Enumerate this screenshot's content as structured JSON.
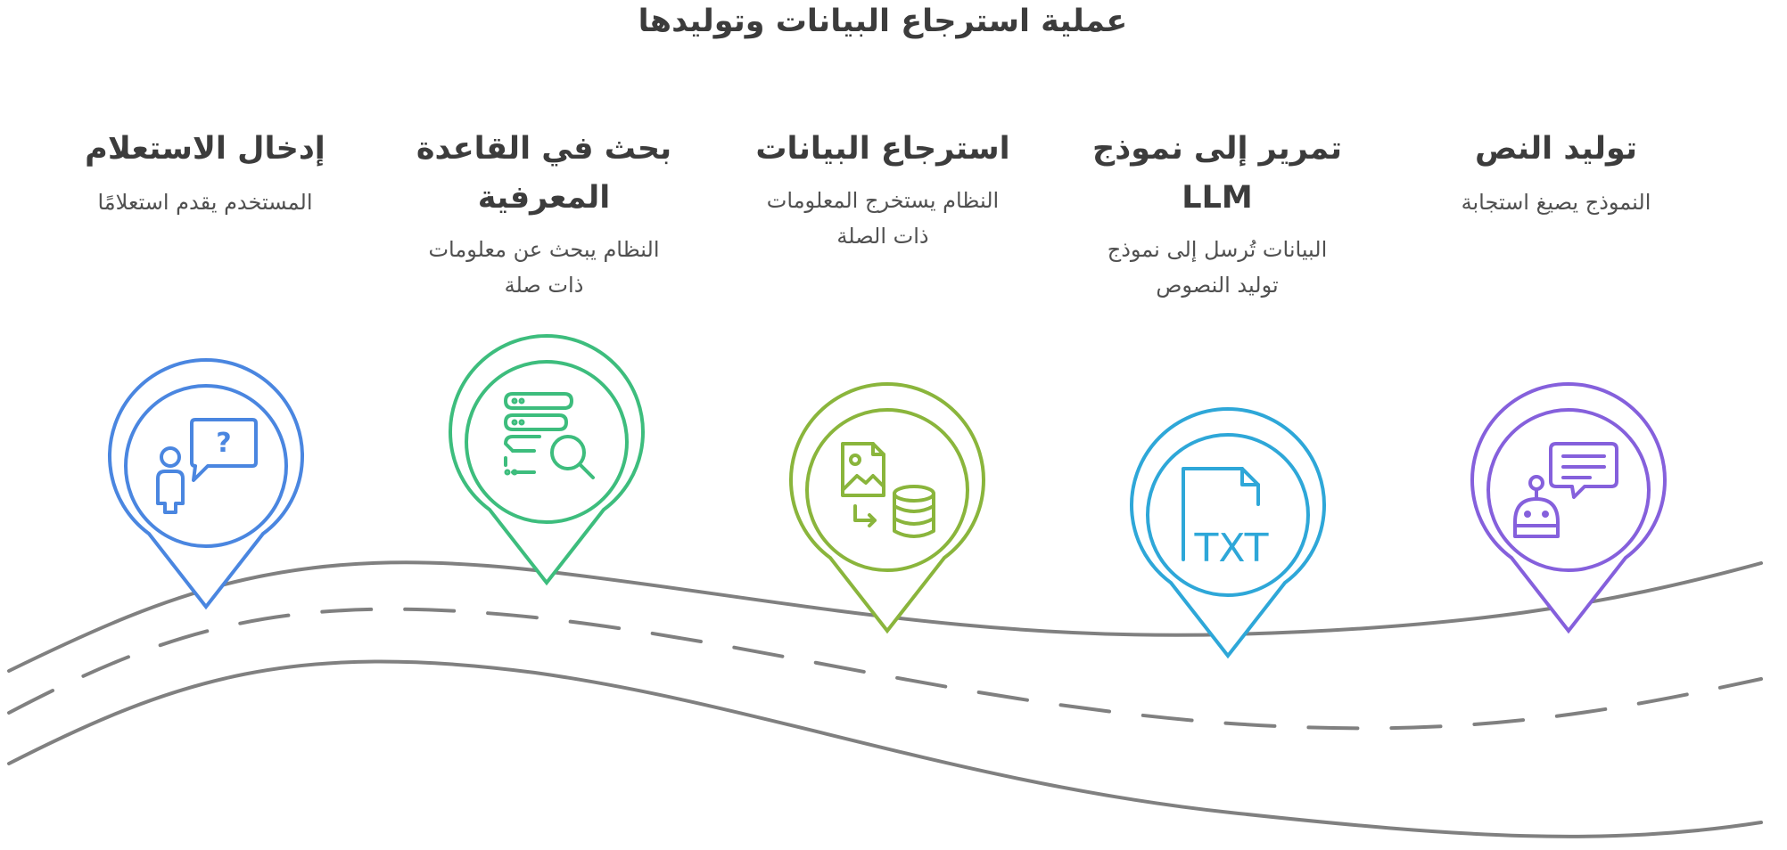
{
  "title": "عملية استرجاع البيانات وتوليدها",
  "steps": [
    {
      "title": "إدخال الاستعلام",
      "desc": "المستخدم يقدم استعلامًا",
      "color": "#4a86e0",
      "icon": "user-question-icon"
    },
    {
      "title": "بحث في القاعدة المعرفية",
      "desc": "النظام يبحث عن معلومات ذات صلة",
      "color": "#3dbd7d",
      "icon": "database-search-icon"
    },
    {
      "title": "استرجاع البيانات",
      "desc": "النظام يستخرج المعلومات ذات الصلة",
      "color": "#8ab53c",
      "icon": "image-to-database-icon"
    },
    {
      "title": "تمرير إلى نموذج LLM",
      "desc": "البيانات تُرسل إلى نموذج توليد النصوص",
      "color": "#2ea7d8",
      "icon": "txt-file-icon"
    },
    {
      "title": "توليد النص",
      "desc": "النموذج يصيغ استجابة",
      "color": "#8560dc",
      "icon": "robot-chat-icon"
    }
  ],
  "icon_labels": {
    "question_mark": "?",
    "txt": "TXT"
  },
  "road_color": "#808080"
}
